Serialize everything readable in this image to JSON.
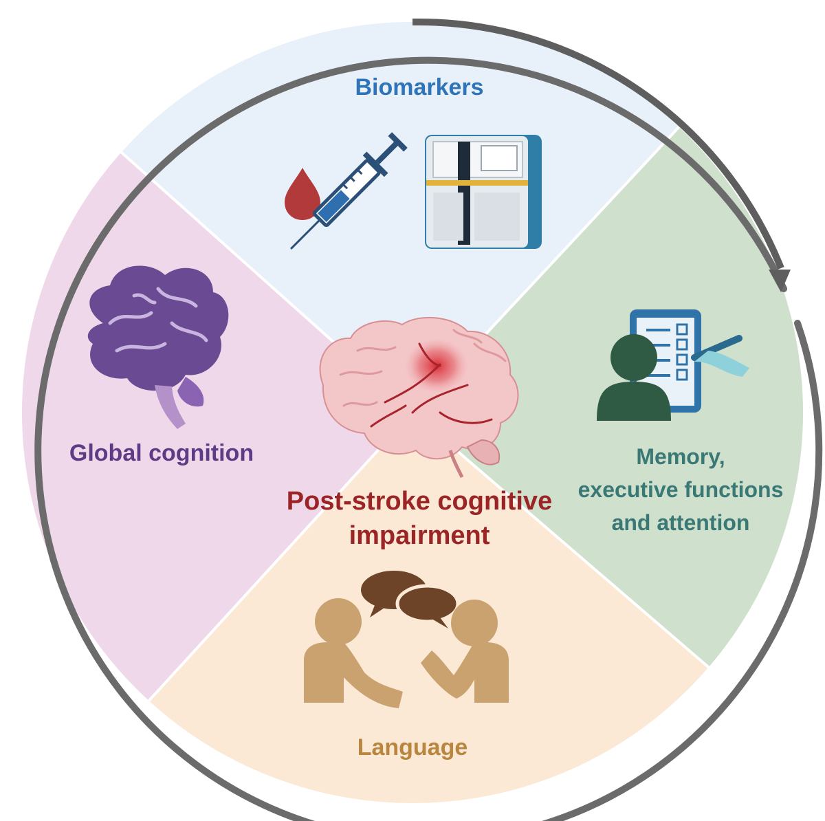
{
  "title": "",
  "center": {
    "label_line1": "Post-stroke cognitive",
    "label_line2": "impairment"
  },
  "sections": {
    "biomarkers": {
      "label": "Biomarkers",
      "color": "#2f74b8",
      "fill": "#e8f1fa"
    },
    "global_cognition": {
      "label": "Global cognition",
      "color": "#5f3b86",
      "fill": "#efd8ea"
    },
    "memory": {
      "label_line1": "Memory,",
      "label_line2": "executive functions",
      "label_line3": "and attention",
      "color": "#3a7876",
      "fill": "#cfe0cc"
    },
    "language": {
      "label": "Language",
      "color": "#b8863f",
      "fill": "#fbe9d5"
    }
  },
  "icons": {
    "blood_drop": "blood-drop-icon",
    "syringe": "syringe-icon",
    "analyzer": "lab-analyzer-icon",
    "brain_purple": "brain-icon",
    "stroke_brain": "stroke-brain-icon",
    "assessment": "cognitive-test-icon",
    "conversation": "conversation-icon"
  },
  "colors": {
    "ring": "#6b6b6b",
    "blood": "#b23a3a",
    "syringe": "#2f6fb0",
    "analyzer": "#2e7ea7",
    "brain_purple": "#6a4a92",
    "assessment_person": "#2f5b45",
    "language_people": "#c9a26f",
    "speech_bubble": "#6e4428"
  }
}
